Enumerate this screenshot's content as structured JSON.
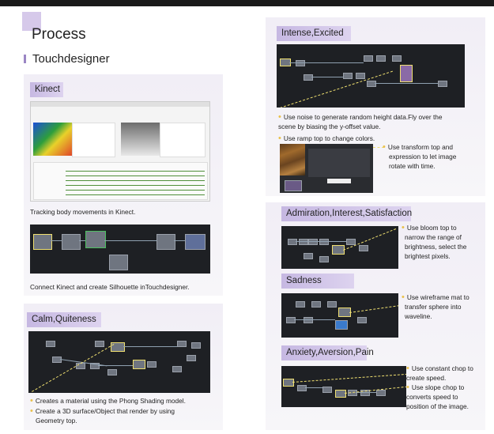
{
  "header": {
    "title": "Process",
    "subtitle": "Touchdesigner"
  },
  "colors": {
    "accent": "#c6b8e2",
    "bullet": "#e9c04a",
    "dashed_line": "#f0e070"
  },
  "sections": {
    "kinect": {
      "label": "Kinect",
      "caption1": "Tracking body movements in Kinect.",
      "caption2": "Connect Kinect and create Silhouette inTouchdesigner."
    },
    "calm": {
      "label": "Calm,Quiteness",
      "bullet1": "Creates a material using the Phong Shading model.",
      "bullet2a": "Create a 3D surface/Object that render by using",
      "bullet2b": "Geometry top."
    },
    "intense": {
      "label": "Intense,Excited",
      "note1a": "Use noise to generate random height data.Fly over the",
      "note1b": "scene by biasing the y-offset value.",
      "note2": "Use ramp top to change colors.",
      "note3a": "Use transform top and",
      "note3b": "expression to let image",
      "note3c": "rotate with time."
    },
    "admiration": {
      "label": "Admiration,Interest,Satisfaction",
      "note_a": "Use bloom top to",
      "note_b": "narrow the range of",
      "note_c": "brightness, select the",
      "note_d": "brightest pixels."
    },
    "sadness": {
      "label": "Sadness",
      "note_a": "Use wireframe mat to",
      "note_b": "transfer sphere into",
      "note_c": "waveline."
    },
    "anxiety": {
      "label": "Anxiety,Aversion,Pain",
      "note1a": "Use constant chop to",
      "note1b": "create speed.",
      "note2a": "Use slope chop to",
      "note2b": "converts speed to",
      "note2c": "position of the image."
    }
  }
}
